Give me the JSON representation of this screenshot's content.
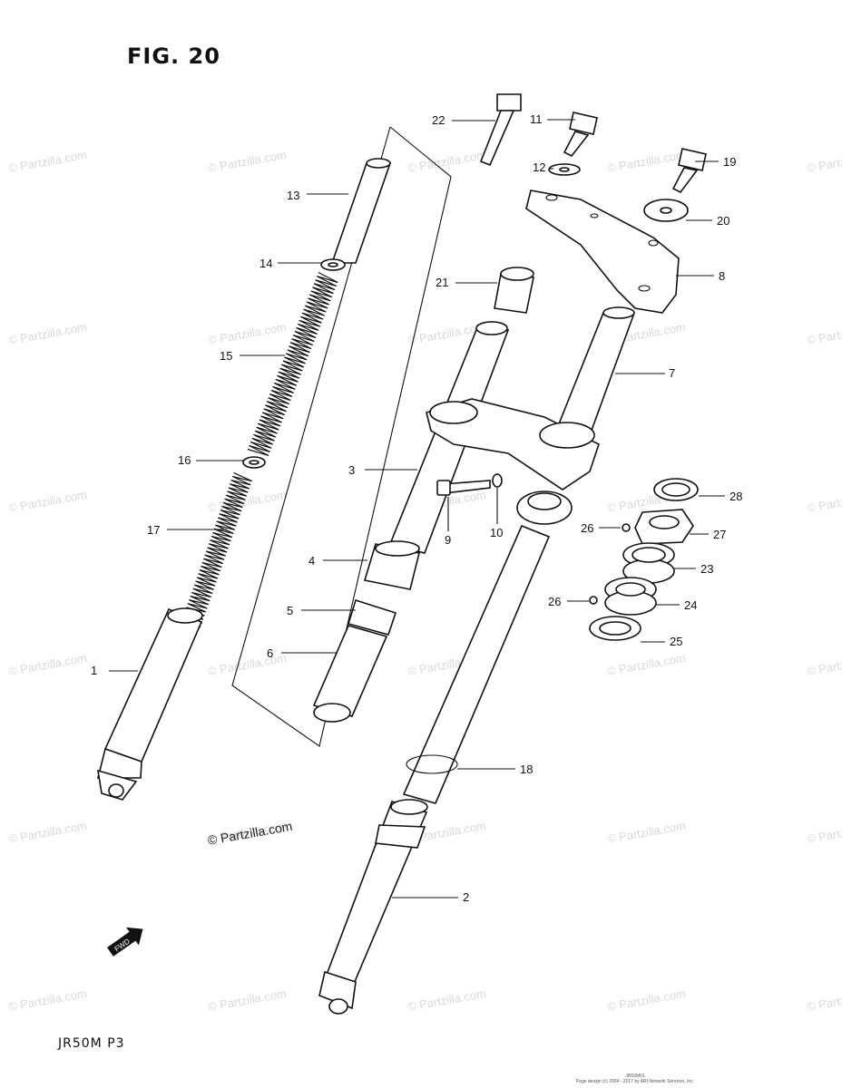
{
  "figure_title": "FIG. 20",
  "model_code": "JR50M P3",
  "watermark_text": "© Partzilla.com",
  "footer_lines": [
    "JR50M01",
    "Page design (c) 2004 - 2017 by ARI Network Services, Inc."
  ],
  "colors": {
    "ink": "#111111",
    "watermark": "#d9d9d9",
    "background": "#ffffff"
  },
  "fwd_badge": {
    "label": "FWD",
    "icon": "forward-arrow-icon"
  },
  "callouts": [
    "1",
    "2",
    "3",
    "4",
    "5",
    "6",
    "7",
    "8",
    "9",
    "10",
    "11",
    "12",
    "13",
    "14",
    "15",
    "16",
    "17",
    "18",
    "19",
    "20",
    "21",
    "22",
    "23",
    "24",
    "25",
    "26",
    "27",
    "28"
  ]
}
